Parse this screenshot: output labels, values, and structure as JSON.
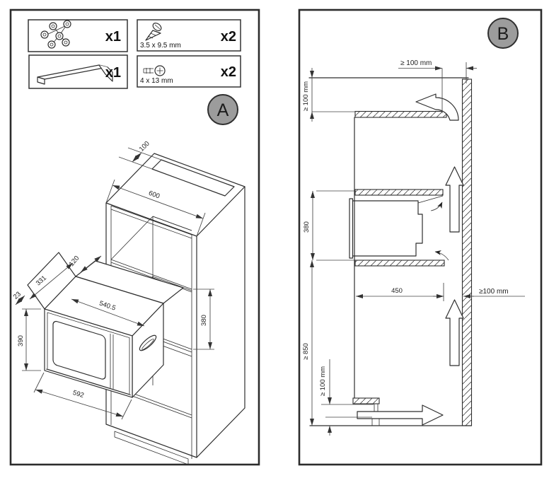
{
  "panel_a": {
    "badge": "A",
    "parts": [
      {
        "name": "mounting kit",
        "qty": "x1"
      },
      {
        "name": "screw",
        "qty": "x2",
        "size": "3.5 x 9.5 mm"
      },
      {
        "name": "trim strip",
        "qty": "x1"
      },
      {
        "name": "screw pan head",
        "qty": "x2",
        "size": "4 x 13 mm"
      }
    ],
    "dims": {
      "vent": "100",
      "width": "600",
      "niche": "380",
      "flap": "120",
      "side": "331",
      "edge": "23",
      "body_width": "540.5",
      "height": "390",
      "front_width": "592"
    }
  },
  "panel_b": {
    "badge": "B",
    "dims": {
      "top_clearance": "≥ 100 mm",
      "top_rear_gap": "≥ 100 mm",
      "niche_height": "380",
      "niche_depth": "450",
      "rear_gap": "≥100 mm",
      "worktop_height": "≥ 850",
      "plinth_vent": "≥ 100 mm"
    }
  }
}
